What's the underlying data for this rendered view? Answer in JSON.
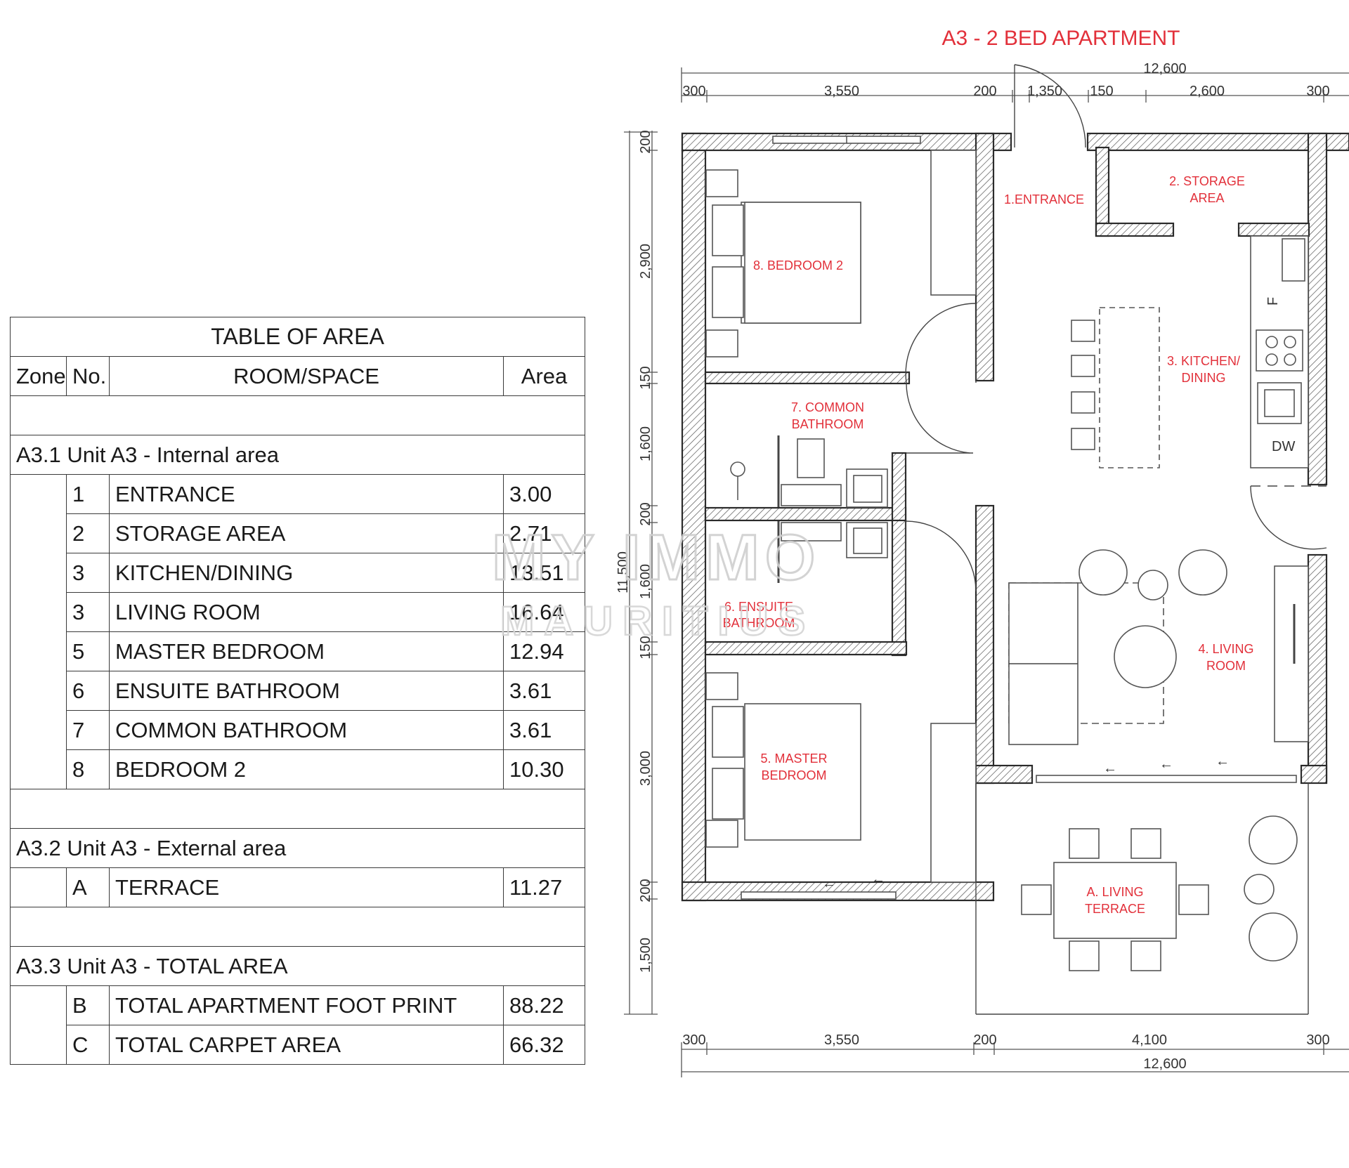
{
  "plan_title": "A3 - 2 BED APARTMENT",
  "table": {
    "title": "TABLE OF AREA",
    "headers": {
      "zone": "Zone",
      "no": "No.",
      "room": "ROOM/SPACE",
      "area": "Area"
    },
    "sections": [
      {
        "label": "A3.1 Unit A3 - Internal area",
        "rows": [
          {
            "no": "1",
            "room": "ENTRANCE",
            "area": "3.00"
          },
          {
            "no": "2",
            "room": "STORAGE AREA",
            "area": "2.71"
          },
          {
            "no": "3",
            "room": "KITCHEN/DINING",
            "area": "13.51"
          },
          {
            "no": "3",
            "room": "LIVING ROOM",
            "area": "16.64"
          },
          {
            "no": "5",
            "room": "MASTER BEDROOM",
            "area": "12.94"
          },
          {
            "no": "6",
            "room": "ENSUITE BATHROOM",
            "area": "3.61"
          },
          {
            "no": "7",
            "room": "COMMON BATHROOM",
            "area": "3.61"
          },
          {
            "no": "8",
            "room": "BEDROOM 2",
            "area": "10.30"
          }
        ]
      },
      {
        "label": "A3.2 Unit A3 - External area",
        "rows": [
          {
            "no": "A",
            "room": "TERRACE",
            "area": "11.27"
          }
        ]
      },
      {
        "label": "A3.3 Unit A3 - TOTAL AREA",
        "rows": [
          {
            "no": "B",
            "room": "TOTAL APARTMENT FOOT PRINT",
            "area": "88.22"
          },
          {
            "no": "C",
            "room": "TOTAL CARPET AREA",
            "area": "66.32"
          }
        ]
      }
    ]
  },
  "rooms": {
    "entrance": "1.ENTRANCE",
    "storage_1": "2. STORAGE",
    "storage_2": "AREA",
    "kitchen_1": "3. KITCHEN/",
    "kitchen_2": "DINING",
    "living_1": "4. LIVING",
    "living_2": "ROOM",
    "master_1": "5. MASTER",
    "master_2": "BEDROOM",
    "ensuite_1": "6. ENSUITE",
    "ensuite_2": "BATHROOM",
    "common_1": "7. COMMON",
    "common_2": "BATHROOM",
    "bedroom2": "8. BEDROOM 2",
    "terrace_1": "A. LIVING",
    "terrace_2": "TERRACE"
  },
  "appliance_labels": {
    "fridge": "F",
    "dishwasher": "DW"
  },
  "dimensions": {
    "top_total": "12,600",
    "top": [
      "300",
      "3,550",
      "200",
      "1,350",
      "150",
      "2,600",
      "300"
    ],
    "bottom": [
      "300",
      "3,550",
      "200",
      "4,100",
      "300"
    ],
    "bottom_total": "12,600",
    "left": [
      "200",
      "2,900",
      "150",
      "1,600",
      "200",
      "1,600",
      "150",
      "3,000",
      "200",
      "1,500"
    ],
    "left_total": "11,500"
  },
  "watermark": {
    "line1": "MY IMMO",
    "line2": "MAURITIUS"
  },
  "colors": {
    "room_label": "#e2303a",
    "line": "#2b2b2b"
  }
}
